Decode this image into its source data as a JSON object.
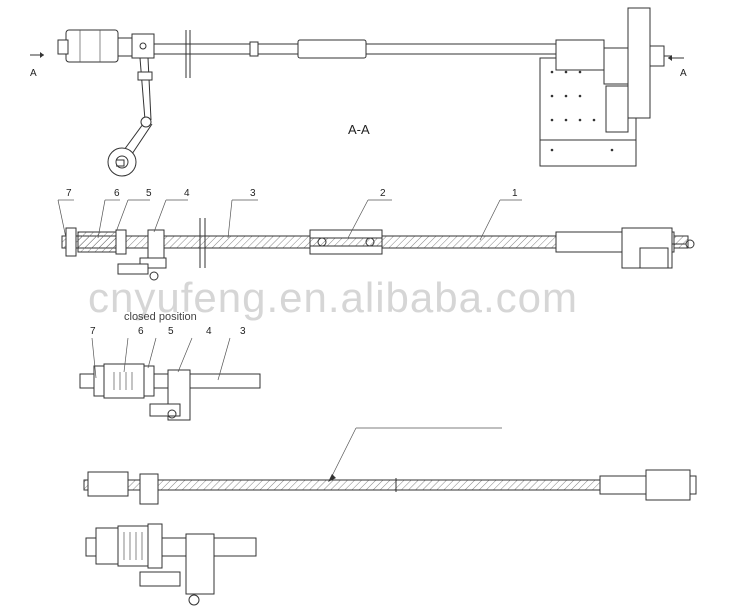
{
  "section_title": "A-A",
  "section_marker": "A",
  "watermark": "cnyufeng.en.alibaba.com",
  "closed_caption": "closed position",
  "assembly_labels": [
    "7",
    "6",
    "5",
    "4",
    "3",
    "2",
    "1"
  ],
  "closed_labels": [
    "7",
    "6",
    "5",
    "4",
    "3"
  ],
  "colors": {
    "line": "#333333",
    "watermark": "#d6d6d6"
  }
}
